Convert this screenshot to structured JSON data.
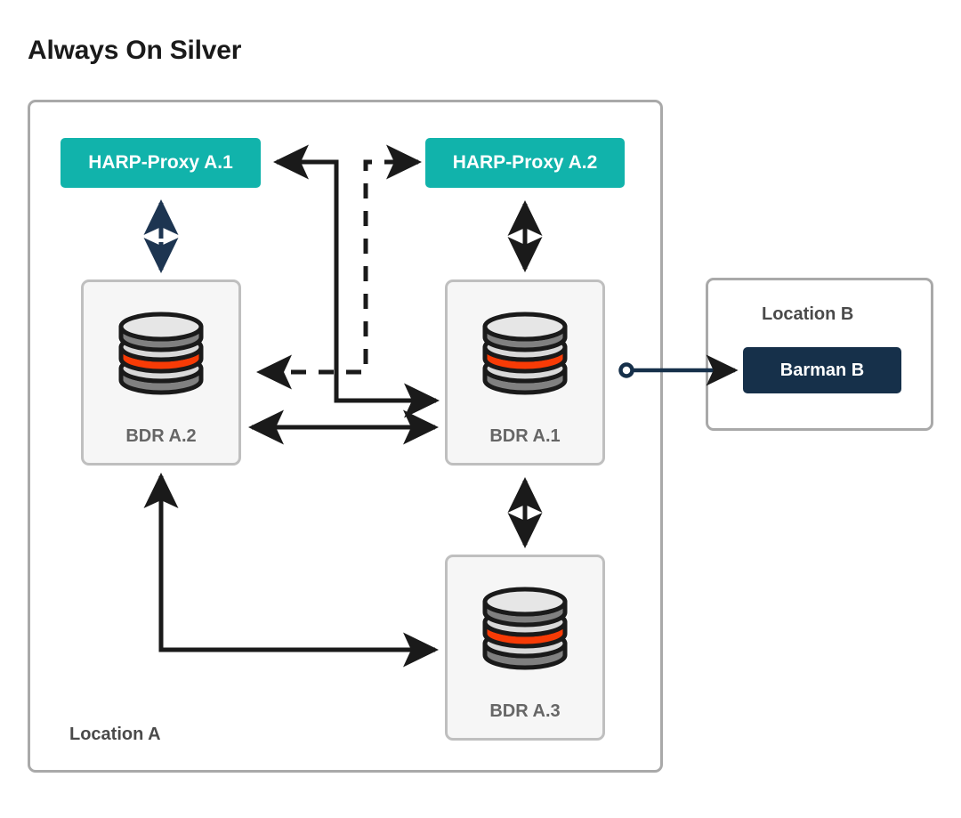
{
  "title": "Always On Silver",
  "colors": {
    "harp_proxy_bg": "#11b3ab",
    "harp_proxy_text": "#ffffff",
    "barman_bg": "#16304a",
    "barman_text": "#ffffff",
    "location_border": "#a9a9a9",
    "node_card_bg": "#f6f6f6",
    "node_card_border": "#bfbfbf",
    "node_label_text": "#666666",
    "location_label_text": "#4a4a4a",
    "title_text": "#1a1a1a",
    "arrow_black": "#1a1a1a",
    "arrow_navy": "#1d3551",
    "db_cylinder_gray": "#808080",
    "db_cylinder_light": "#d9d9d9",
    "db_cylinder_accent": "#f73b06",
    "db_outline": "#1a1a1a",
    "page_bg": "#ffffff"
  },
  "locations": [
    {
      "id": "location-a",
      "label": "Location A"
    },
    {
      "id": "location-b",
      "label": "Location B"
    }
  ],
  "proxies": [
    {
      "id": "harp-proxy-a1",
      "label": "HARP-Proxy A.1"
    },
    {
      "id": "harp-proxy-a2",
      "label": "HARP-Proxy A.2"
    }
  ],
  "nodes": [
    {
      "id": "bdr-a2",
      "label": "BDR A.2",
      "icon": "database-icon"
    },
    {
      "id": "bdr-a1",
      "label": "BDR A.1",
      "icon": "database-icon"
    },
    {
      "id": "bdr-a3",
      "label": "BDR A.3",
      "icon": "database-icon"
    }
  ],
  "backup": {
    "id": "barman-b",
    "label": "Barman B"
  },
  "connections": [
    {
      "id": "harp-a1-to-bdr-a2",
      "from": "harp-proxy-a1",
      "to": "bdr-a2",
      "style": "solid",
      "arrows": "both",
      "color": "#1d3551"
    },
    {
      "id": "harp-a2-to-bdr-a1",
      "from": "harp-proxy-a2",
      "to": "bdr-a1",
      "style": "solid",
      "arrows": "both",
      "color": "#1a1a1a"
    },
    {
      "id": "bdr-a1-to-harp-a1",
      "from": "bdr-a1",
      "to": "harp-proxy-a1",
      "style": "solid",
      "arrows": "end",
      "color": "#1a1a1a"
    },
    {
      "id": "bdr-a2-to-harp-a2",
      "from": "bdr-a2",
      "to": "harp-proxy-a2",
      "style": "dashed",
      "arrows": "both",
      "color": "#1a1a1a"
    },
    {
      "id": "bdr-a2-to-bdr-a1",
      "from": "bdr-a2",
      "to": "bdr-a1",
      "style": "solid",
      "arrows": "both",
      "color": "#1a1a1a"
    },
    {
      "id": "bdr-a1-to-bdr-a3",
      "from": "bdr-a1",
      "to": "bdr-a3",
      "style": "solid",
      "arrows": "both",
      "color": "#1a1a1a"
    },
    {
      "id": "bdr-a3-to-bdr-a2",
      "from": "bdr-a3",
      "to": "bdr-a2",
      "style": "solid",
      "arrows": "both",
      "color": "#1a1a1a"
    },
    {
      "id": "bdr-a1-to-barman-b",
      "from": "bdr-a1",
      "to": "barman-b",
      "style": "solid",
      "arrows": "end",
      "color": "#16304a",
      "source_marker": "circle"
    }
  ]
}
